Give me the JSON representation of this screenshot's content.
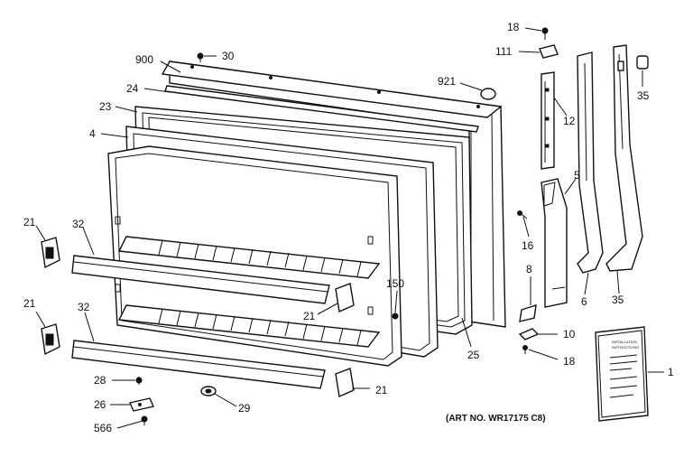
{
  "diagram": {
    "art_number": "(ART NO. WR17175 C8)",
    "callouts": [
      "900",
      "30",
      "24",
      "921",
      "23",
      "4",
      "18",
      "111",
      "12",
      "35",
      "5",
      "21",
      "32",
      "16",
      "8",
      "150",
      "21",
      "6",
      "35",
      "25",
      "10",
      "18",
      "21",
      "32",
      "1",
      "28",
      "29",
      "21",
      "26",
      "566"
    ],
    "manual_text": [
      "INSTALLATION",
      "INSTRUCTIONS"
    ]
  }
}
